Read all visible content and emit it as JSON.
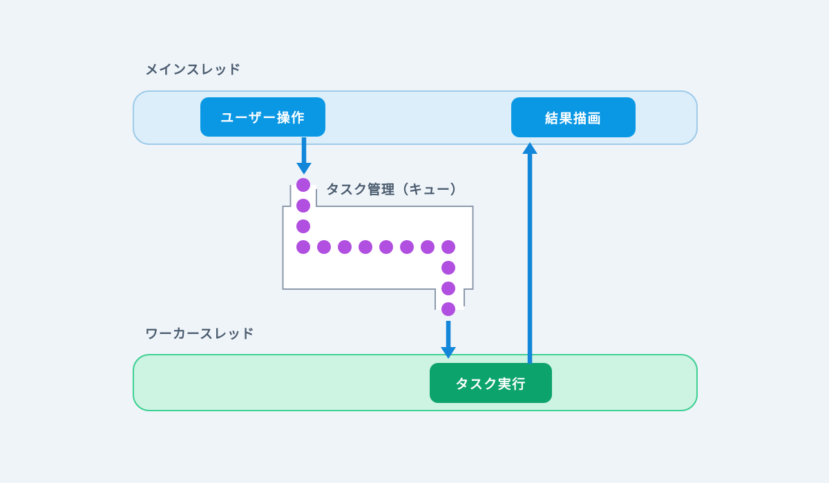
{
  "colors": {
    "background": "#EFF4F9",
    "label_text": "#4A5B6E",
    "main_lane_fill": "#DBEEF9",
    "main_lane_border": "#9FCBE9",
    "worker_lane_fill": "#CDF3E2",
    "worker_lane_border": "#3DD092",
    "blue_node": "#0A98E5",
    "green_node": "#0CA36C",
    "node_text": "#FFFFFF",
    "arrow": "#1286D9",
    "queue_outline": "#8C99AB",
    "queue_fill": "#FFFFFF",
    "task_dot": "#B04FE0"
  },
  "main_thread": {
    "label": "メインスレッド",
    "user_action_node": "ユーザー操作",
    "result_render_node": "結果描画"
  },
  "queue": {
    "label": "タスク管理（キュー）",
    "dots": {
      "entry_column": 3,
      "row": 8,
      "exit_column": 3,
      "total": 14
    }
  },
  "worker_thread": {
    "label": "ワーカースレッド",
    "task_exec_node": "タスク実行"
  }
}
